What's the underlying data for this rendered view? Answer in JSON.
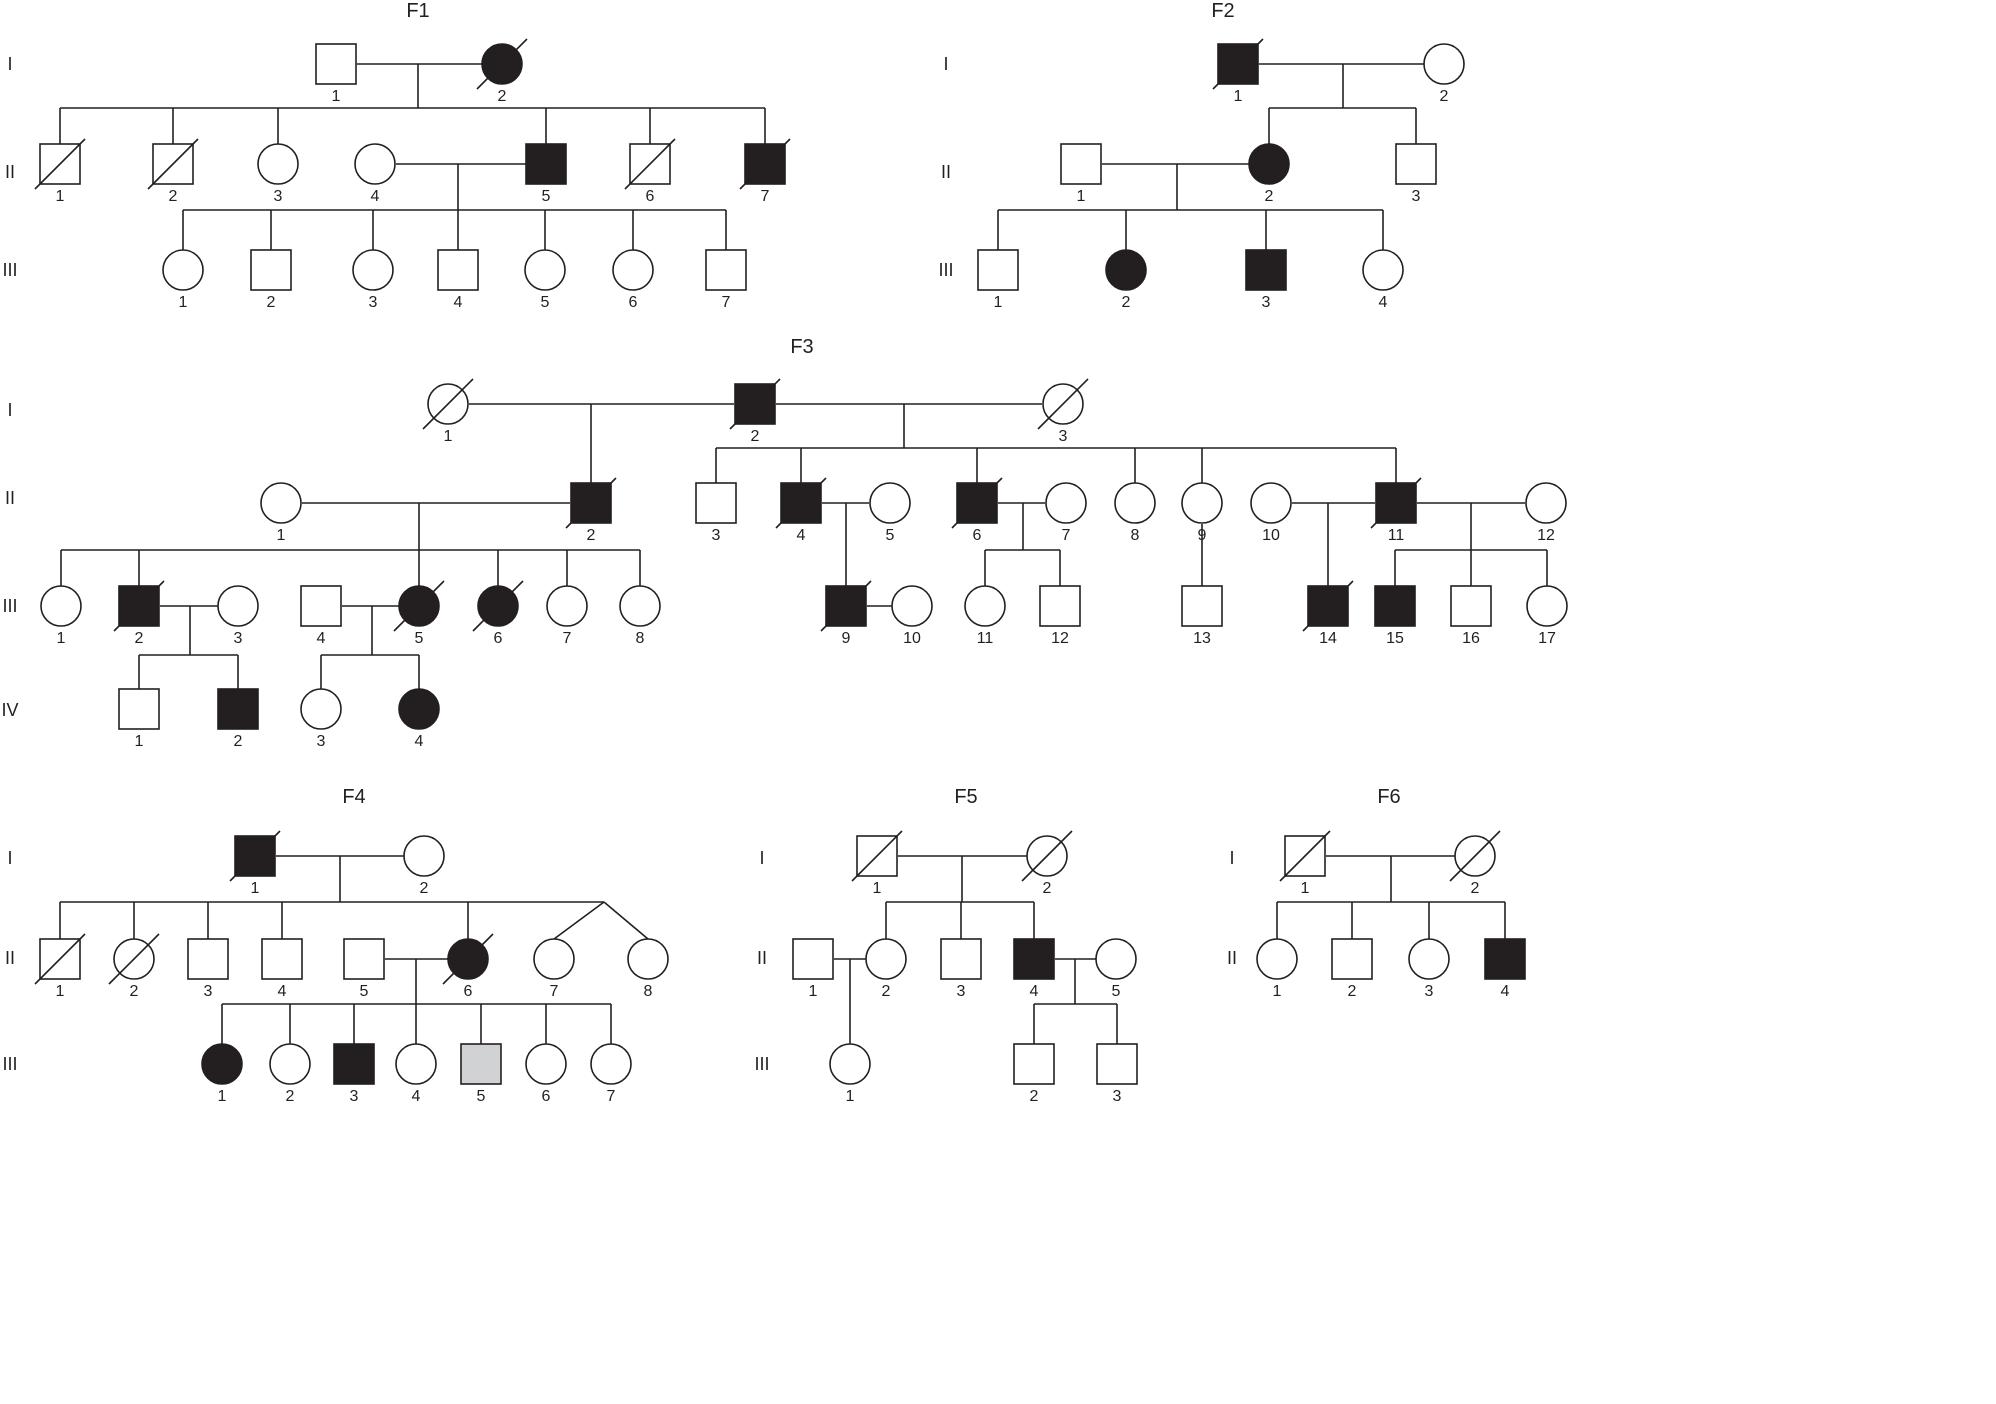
{
  "colors": {
    "ink": "#231f20",
    "affected": "#231f20",
    "unaffected": "#ffffff",
    "uncertain": "#d1d2d4"
  },
  "legend_symbols": {
    "square": "male",
    "circle": "female",
    "filled": "affected",
    "gray": "uncertain status",
    "diagonal_slash": "deceased"
  },
  "families": [
    {
      "id": "F1",
      "title": "F1",
      "generations": [
        {
          "label": "I",
          "members": [
            {
              "n": "1",
              "sex": "M",
              "affected": false,
              "deceased": false
            },
            {
              "n": "2",
              "sex": "F",
              "affected": true,
              "deceased": true
            }
          ]
        },
        {
          "label": "II",
          "members": [
            {
              "n": "1",
              "sex": "M",
              "affected": false,
              "deceased": true
            },
            {
              "n": "2",
              "sex": "M",
              "affected": false,
              "deceased": true
            },
            {
              "n": "3",
              "sex": "F",
              "affected": false,
              "deceased": false
            },
            {
              "n": "4",
              "sex": "F",
              "affected": false,
              "deceased": false
            },
            {
              "n": "5",
              "sex": "M",
              "affected": true,
              "deceased": false
            },
            {
              "n": "6",
              "sex": "M",
              "affected": false,
              "deceased": true
            },
            {
              "n": "7",
              "sex": "M",
              "affected": true,
              "deceased": true
            }
          ]
        },
        {
          "label": "III",
          "members": [
            {
              "n": "1",
              "sex": "F",
              "affected": false,
              "deceased": false
            },
            {
              "n": "2",
              "sex": "M",
              "affected": false,
              "deceased": false
            },
            {
              "n": "3",
              "sex": "F",
              "affected": false,
              "deceased": false
            },
            {
              "n": "4",
              "sex": "M",
              "affected": false,
              "deceased": false
            },
            {
              "n": "5",
              "sex": "F",
              "affected": false,
              "deceased": false
            },
            {
              "n": "6",
              "sex": "F",
              "affected": false,
              "deceased": false
            },
            {
              "n": "7",
              "sex": "M",
              "affected": false,
              "deceased": false
            }
          ]
        }
      ]
    },
    {
      "id": "F2",
      "title": "F2",
      "generations": [
        {
          "label": "I",
          "members": [
            {
              "n": "1",
              "sex": "M",
              "affected": true,
              "deceased": true
            },
            {
              "n": "2",
              "sex": "F",
              "affected": false,
              "deceased": false
            }
          ]
        },
        {
          "label": "II",
          "members": [
            {
              "n": "1",
              "sex": "M",
              "affected": false,
              "deceased": false
            },
            {
              "n": "2",
              "sex": "F",
              "affected": true,
              "deceased": false
            },
            {
              "n": "3",
              "sex": "M",
              "affected": false,
              "deceased": false
            }
          ]
        },
        {
          "label": "III",
          "members": [
            {
              "n": "1",
              "sex": "M",
              "affected": false,
              "deceased": false
            },
            {
              "n": "2",
              "sex": "F",
              "affected": true,
              "deceased": false
            },
            {
              "n": "3",
              "sex": "M",
              "affected": true,
              "deceased": false
            },
            {
              "n": "4",
              "sex": "F",
              "affected": false,
              "deceased": false
            }
          ]
        }
      ]
    },
    {
      "id": "F3",
      "title": "F3",
      "generations": [
        {
          "label": "I",
          "members": [
            {
              "n": "1",
              "sex": "F",
              "affected": false,
              "deceased": true
            },
            {
              "n": "2",
              "sex": "M",
              "affected": true,
              "deceased": true
            },
            {
              "n": "3",
              "sex": "F",
              "affected": false,
              "deceased": true
            }
          ]
        },
        {
          "label": "II",
          "members": [
            {
              "n": "1",
              "sex": "F",
              "affected": false,
              "deceased": false
            },
            {
              "n": "2",
              "sex": "M",
              "affected": true,
              "deceased": true
            },
            {
              "n": "3",
              "sex": "M",
              "affected": false,
              "deceased": false
            },
            {
              "n": "4",
              "sex": "M",
              "affected": true,
              "deceased": true
            },
            {
              "n": "5",
              "sex": "F",
              "affected": false,
              "deceased": false
            },
            {
              "n": "6",
              "sex": "M",
              "affected": true,
              "deceased": true
            },
            {
              "n": "7",
              "sex": "F",
              "affected": false,
              "deceased": false
            },
            {
              "n": "8",
              "sex": "F",
              "affected": false,
              "deceased": false
            },
            {
              "n": "9",
              "sex": "F",
              "affected": false,
              "deceased": false
            },
            {
              "n": "10",
              "sex": "F",
              "affected": false,
              "deceased": false
            },
            {
              "n": "11",
              "sex": "M",
              "affected": true,
              "deceased": true
            },
            {
              "n": "12",
              "sex": "F",
              "affected": false,
              "deceased": false
            }
          ]
        },
        {
          "label": "III",
          "members": [
            {
              "n": "1",
              "sex": "F",
              "affected": false,
              "deceased": false
            },
            {
              "n": "2",
              "sex": "M",
              "affected": true,
              "deceased": true
            },
            {
              "n": "3",
              "sex": "F",
              "affected": false,
              "deceased": false
            },
            {
              "n": "4",
              "sex": "M",
              "affected": false,
              "deceased": false
            },
            {
              "n": "5",
              "sex": "F",
              "affected": true,
              "deceased": true
            },
            {
              "n": "6",
              "sex": "F",
              "affected": true,
              "deceased": true
            },
            {
              "n": "7",
              "sex": "F",
              "affected": false,
              "deceased": false
            },
            {
              "n": "8",
              "sex": "F",
              "affected": false,
              "deceased": false
            },
            {
              "n": "9",
              "sex": "M",
              "affected": true,
              "deceased": true
            },
            {
              "n": "10",
              "sex": "F",
              "affected": false,
              "deceased": false
            },
            {
              "n": "11",
              "sex": "F",
              "affected": false,
              "deceased": false
            },
            {
              "n": "12",
              "sex": "M",
              "affected": false,
              "deceased": false
            },
            {
              "n": "13",
              "sex": "M",
              "affected": false,
              "deceased": false
            },
            {
              "n": "14",
              "sex": "M",
              "affected": true,
              "deceased": true
            },
            {
              "n": "15",
              "sex": "M",
              "affected": true,
              "deceased": false
            },
            {
              "n": "16",
              "sex": "M",
              "affected": false,
              "deceased": false
            },
            {
              "n": "17",
              "sex": "F",
              "affected": false,
              "deceased": false
            }
          ]
        },
        {
          "label": "IV",
          "members": [
            {
              "n": "1",
              "sex": "M",
              "affected": false,
              "deceased": false
            },
            {
              "n": "2",
              "sex": "M",
              "affected": true,
              "deceased": false
            },
            {
              "n": "3",
              "sex": "F",
              "affected": false,
              "deceased": false
            },
            {
              "n": "4",
              "sex": "F",
              "affected": true,
              "deceased": false
            }
          ]
        }
      ]
    },
    {
      "id": "F4",
      "title": "F4",
      "generations": [
        {
          "label": "I",
          "members": [
            {
              "n": "1",
              "sex": "M",
              "affected": true,
              "deceased": true
            },
            {
              "n": "2",
              "sex": "F",
              "affected": false,
              "deceased": false
            }
          ]
        },
        {
          "label": "II",
          "members": [
            {
              "n": "1",
              "sex": "M",
              "affected": false,
              "deceased": true
            },
            {
              "n": "2",
              "sex": "F",
              "affected": false,
              "deceased": true
            },
            {
              "n": "3",
              "sex": "M",
              "affected": false,
              "deceased": false
            },
            {
              "n": "4",
              "sex": "M",
              "affected": false,
              "deceased": false
            },
            {
              "n": "5",
              "sex": "M",
              "affected": false,
              "deceased": false
            },
            {
              "n": "6",
              "sex": "F",
              "affected": true,
              "deceased": true
            },
            {
              "n": "7",
              "sex": "F",
              "affected": false,
              "deceased": false,
              "twin": true
            },
            {
              "n": "8",
              "sex": "F",
              "affected": false,
              "deceased": false,
              "twin": true
            }
          ]
        },
        {
          "label": "III",
          "members": [
            {
              "n": "1",
              "sex": "F",
              "affected": true,
              "deceased": false
            },
            {
              "n": "2",
              "sex": "F",
              "affected": false,
              "deceased": false
            },
            {
              "n": "3",
              "sex": "M",
              "affected": true,
              "deceased": false
            },
            {
              "n": "4",
              "sex": "F",
              "affected": false,
              "deceased": false
            },
            {
              "n": "5",
              "sex": "M",
              "affected": "uncertain",
              "deceased": false
            },
            {
              "n": "6",
              "sex": "F",
              "affected": false,
              "deceased": false
            },
            {
              "n": "7",
              "sex": "F",
              "affected": false,
              "deceased": false
            }
          ]
        }
      ]
    },
    {
      "id": "F5",
      "title": "F5",
      "generations": [
        {
          "label": "I",
          "members": [
            {
              "n": "1",
              "sex": "M",
              "affected": false,
              "deceased": true
            },
            {
              "n": "2",
              "sex": "F",
              "affected": false,
              "deceased": true
            }
          ]
        },
        {
          "label": "II",
          "members": [
            {
              "n": "1",
              "sex": "M",
              "affected": false,
              "deceased": false
            },
            {
              "n": "2",
              "sex": "F",
              "affected": false,
              "deceased": false
            },
            {
              "n": "3",
              "sex": "M",
              "affected": false,
              "deceased": false
            },
            {
              "n": "4",
              "sex": "M",
              "affected": true,
              "deceased": false
            },
            {
              "n": "5",
              "sex": "F",
              "affected": false,
              "deceased": false
            }
          ]
        },
        {
          "label": "III",
          "members": [
            {
              "n": "1",
              "sex": "F",
              "affected": false,
              "deceased": false
            },
            {
              "n": "2",
              "sex": "M",
              "affected": false,
              "deceased": false
            },
            {
              "n": "3",
              "sex": "M",
              "affected": false,
              "deceased": false
            }
          ]
        }
      ]
    },
    {
      "id": "F6",
      "title": "F6",
      "generations": [
        {
          "label": "I",
          "members": [
            {
              "n": "1",
              "sex": "M",
              "affected": false,
              "deceased": true
            },
            {
              "n": "2",
              "sex": "F",
              "affected": false,
              "deceased": true
            }
          ]
        },
        {
          "label": "II",
          "members": [
            {
              "n": "1",
              "sex": "F",
              "affected": false,
              "deceased": false
            },
            {
              "n": "2",
              "sex": "M",
              "affected": false,
              "deceased": false
            },
            {
              "n": "3",
              "sex": "F",
              "affected": false,
              "deceased": false
            },
            {
              "n": "4",
              "sex": "M",
              "affected": true,
              "deceased": false
            }
          ]
        }
      ]
    }
  ]
}
